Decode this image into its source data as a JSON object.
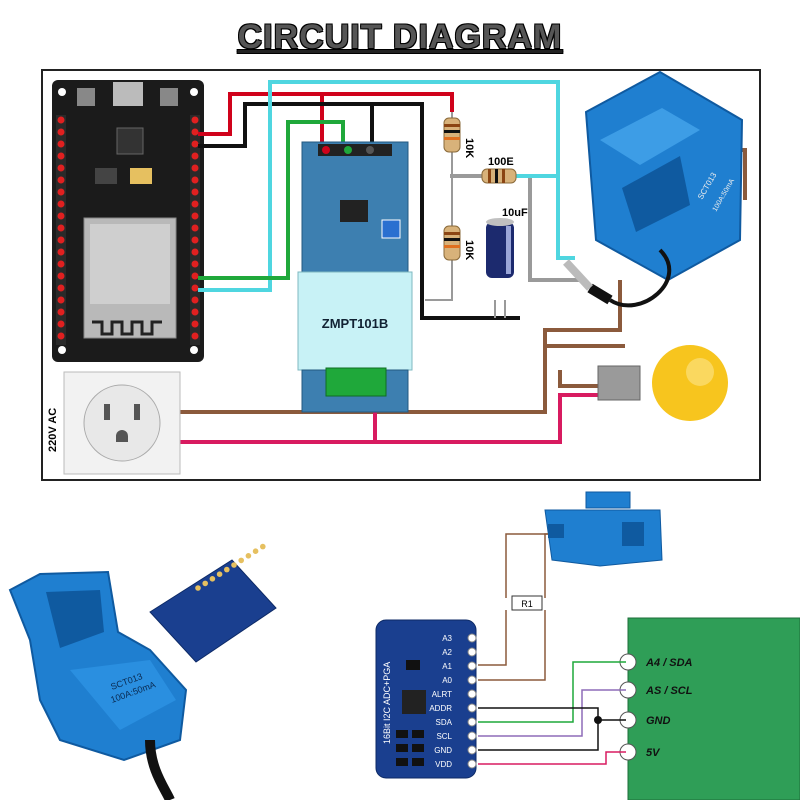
{
  "title": "CIRCUIT DIAGRAM",
  "top": {
    "voltage_label": "220V AC",
    "module_name": "ZMPT101B",
    "r1_label": "10K",
    "r2_label": "100E",
    "r3_label": "10K",
    "cap_label": "10uF",
    "ct_label_1": "SCT013",
    "ct_label_2": "100A:50mA"
  },
  "bottom": {
    "ct_label_1": "SCT013",
    "ct_label_2": "100A:50mA",
    "resistor_label": "R1",
    "adc_title": "16Bit I2C ADC+PGA",
    "adc_pins": [
      "A3",
      "A2",
      "A1",
      "A0",
      "ALRT",
      "ADDR",
      "SDA",
      "SCL",
      "GND",
      "VDD"
    ],
    "mcu_pins": [
      "A4 / SDA",
      "AS / SCL",
      "GND",
      "5V"
    ]
  },
  "colors": {
    "wire_red": "#d0021b",
    "wire_black": "#111111",
    "wire_green": "#1fa83a",
    "wire_cyan": "#4fd6e0",
    "wire_brown": "#8b5a3c",
    "wire_pink": "#d81b60",
    "wire_grey": "#9a9a9a",
    "module_blue": "#3d7fb0",
    "ct_blue": "#1f7fd0",
    "adc_blue": "#1a3f8f",
    "mcu_green": "#2f9e57",
    "esp_black": "#1b1b1b"
  }
}
